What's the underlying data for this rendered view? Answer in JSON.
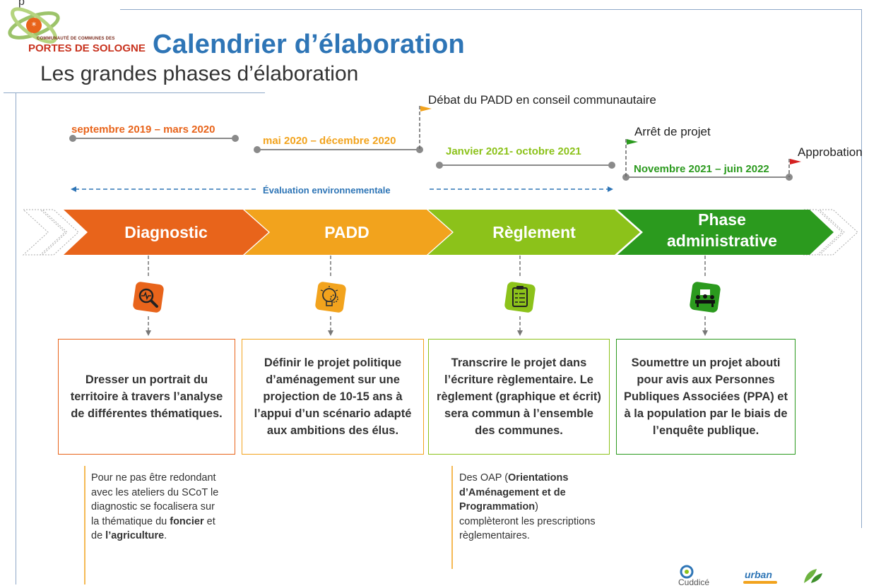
{
  "header": {
    "title": "Calendrier d’élaboration",
    "subtitle": "Les grandes phases d’élaboration",
    "logo_top": "COMMUNAUTÉ DE COMMUNES DES",
    "logo_bottom": "PORTES DE SOLOGNE",
    "corner_mark": "p"
  },
  "timeline": {
    "periods": [
      {
        "label": "septembre 2019 – mars 2020",
        "color": "#e8641b"
      },
      {
        "label": "mai 2020 – décembre 2020",
        "color": "#f2a31d"
      },
      {
        "label": "Janvier 2021- octobre 2021",
        "color": "#8cc21a"
      },
      {
        "label": "Novembre 2021 – juin 2022",
        "color": "#2b9a1e"
      }
    ],
    "milestones": [
      {
        "label": "Débat du PADD en conseil communautaire",
        "flag_color": "#f2a31d"
      },
      {
        "label": "Arrêt de projet",
        "flag_color": "#2b9a1e"
      },
      {
        "label": "Approbation",
        "flag_color": "#d42020"
      }
    ],
    "environment_label": "Évaluation environnementale"
  },
  "phases": [
    {
      "label": "Diagnostic",
      "color": "#e8641b",
      "icon": "magnifier-pulse-icon",
      "description": "Dresser un portrait du territoire à travers l’analyse de différentes thématiques."
    },
    {
      "label": "PADD",
      "color": "#f2a31d",
      "icon": "lightbulb-gear-icon",
      "description": "Définir le projet politique d’aménagement sur une projection de 10-15 ans à l’appui d’un scénario adapté aux ambitions des élus."
    },
    {
      "label": "Règlement",
      "color": "#8cc21a",
      "icon": "clipboard-checklist-icon",
      "description": "Transcrire le projet dans l’écriture règlementaire. Le règlement (graphique et écrit) sera commun à l’ensemble des communes."
    },
    {
      "label_line1": "Phase",
      "label_line2": "administrative",
      "color": "#2b9a1e",
      "icon": "meeting-people-icon",
      "description": "Soumettre un projet abouti pour avis aux Personnes Publiques Associées (PPA) et à la population par le biais de l’enquête publique."
    }
  ],
  "notes": {
    "diagnostic": {
      "text_1": "Pour ne pas être redondant avec les ateliers du SCoT le diagnostic se focalisera sur la thématique du",
      "bold_1": "foncier",
      "text_2": "et de",
      "bold_2": "l’agriculture",
      "text_3": "."
    },
    "reglement": {
      "text_1": "Des OAP (",
      "bold_1": "Orientations d’Aménagement et de Programmation",
      "text_2": ") complèteront les prescriptions règlementaires."
    }
  },
  "partners": [
    "Cuddicé",
    "urban"
  ]
}
